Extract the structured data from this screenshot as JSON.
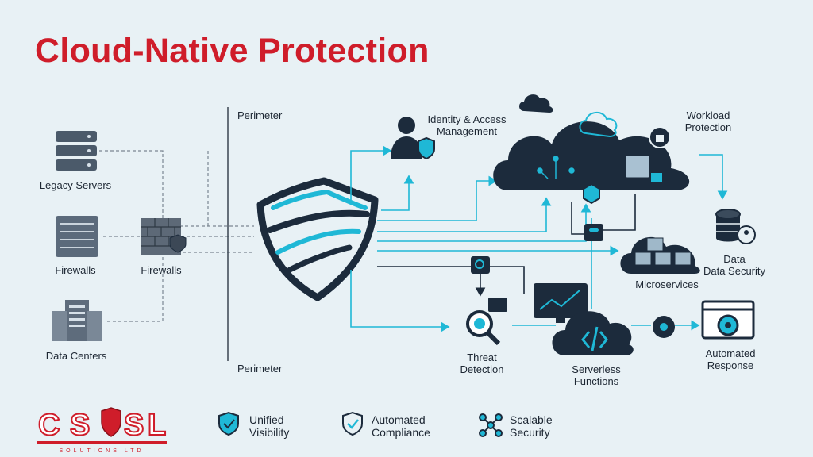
{
  "title": "Cloud-Native Protection",
  "legacy": {
    "servers": "Legacy Servers",
    "firewalls_left": "Firewalls",
    "firewalls_mid": "Firewalls",
    "data_centers": "Data Centers"
  },
  "perimeter": {
    "top": "Perimeter",
    "bottom": "Perimeter"
  },
  "cloud": {
    "iam": "Identity & Access\nManagement",
    "workload": "Workload\nProtection",
    "data_security": "Data\nData Security",
    "microservices": "Microservices",
    "threat": "Threat\nDetection",
    "serverless": "Serverless\nFunctions",
    "automated_response": "Automated\nResponse"
  },
  "footer": {
    "items": [
      {
        "label": "Unified\nVisibility",
        "icon": "shield-check-icon"
      },
      {
        "label": "Automated\nCompliance",
        "icon": "check-shield-icon"
      },
      {
        "label": "Scalable\nSecurity",
        "icon": "network-icon"
      }
    ],
    "logo_text": "CSSL",
    "logo_sub": "SOLUTIONS LTD"
  },
  "colors": {
    "accent": "#1fb8d6",
    "dark": "#1c2b3c",
    "red": "#cf1d2a"
  }
}
